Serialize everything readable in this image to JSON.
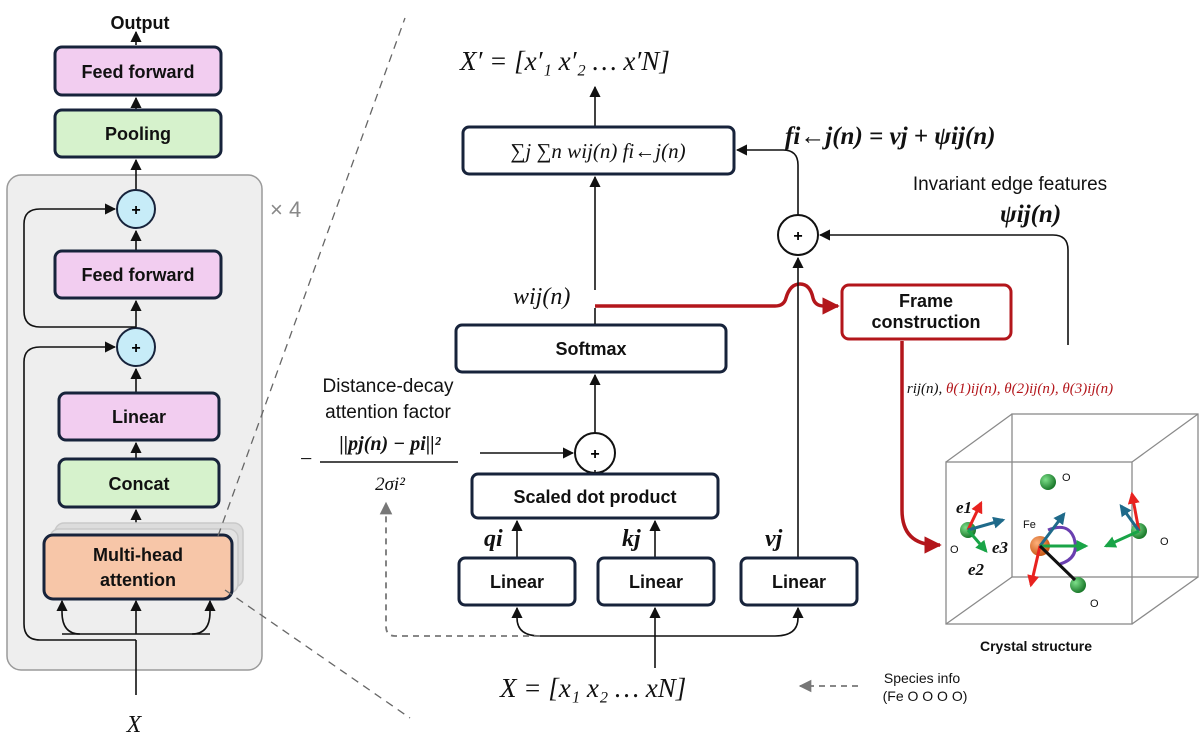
{
  "encoder": {
    "output_label": "Output",
    "feed_forward_top": "Feed forward",
    "pooling": "Pooling",
    "feed_forward": "Feed forward",
    "linear": "Linear",
    "concat": "Concat",
    "mha_line1": "Multi-head",
    "mha_line2": "attention",
    "repeat": "× 4",
    "input": "X",
    "plus": "+"
  },
  "attention": {
    "output_expr": "X′ = [x′₁   x′₂   …   x′N]",
    "sum_box": "∑j ∑n wij(n) fi←j(n)",
    "f_def": "fi←j(n) = vj + ψij(n)",
    "invariant_title": "Invariant edge features",
    "psi": "ψij(n)",
    "weight": "wij(n)",
    "softmax": "Softmax",
    "frame_line1": "Frame",
    "frame_line2": "construction",
    "decay_line1": "Distance-decay",
    "decay_line2": "attention factor",
    "decay_numer": "||pj(n) − pi||²",
    "decay_denom": "2σi²",
    "decay_minus": "−",
    "scaled_dot": "Scaled dot product",
    "q": "qi",
    "k": "kj",
    "v": "vj",
    "linear_q": "Linear",
    "linear_k": "Linear",
    "linear_v": "Linear",
    "input_expr": "X = [x₁   x₂   …   xN]",
    "species_line1": "Species info",
    "species_line2": "(Fe O O O O)",
    "plus": "+"
  },
  "crystal": {
    "geo_label": "rij(n), θ(1)ij(n), θ(2)ij(n), θ(3)ij(n)",
    "caption": "Crystal structure",
    "atom_fe": "Fe",
    "atom_o_top": "O",
    "atom_o_left": "O",
    "atom_o_right": "O",
    "atom_o_bottom": "O",
    "e1": "e1",
    "e2": "e2",
    "e3": "e3"
  },
  "colors": {
    "pink": "#f2cdf0",
    "green": "#d6f2cc",
    "orange": "#f7c6a8",
    "circle": "#c7ecf8",
    "panel": "#eeeeee",
    "red": "#b3161b",
    "navy": "#17233b"
  }
}
